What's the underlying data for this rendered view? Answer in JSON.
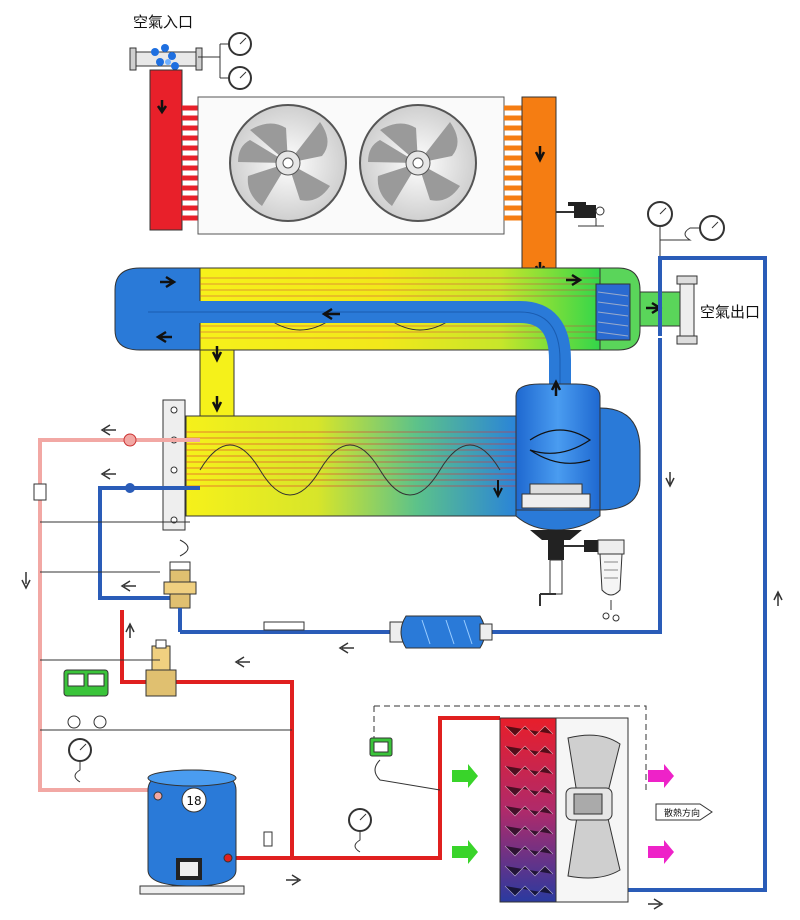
{
  "labels": {
    "air_inlet": "空氣入口",
    "air_outlet": "空氣出口",
    "compressor_number": "18",
    "heat_direction": "散熱方向"
  },
  "colors": {
    "hot_air": "#e8202a",
    "warm_air": "#f57d12",
    "cold_air": "#2a7ad8",
    "refrigerant_hot": "#e0201f",
    "refrigerant_suction": "#f2a8a4",
    "refrigerant_liquid": "#2a5cb8",
    "flow_arrow_green": "#39d42a",
    "flow_arrow_magenta": "#ee22c8",
    "yellow_zone": "#f5f11a"
  },
  "icons": [
    "fan-icon",
    "pressure-gauge-icon",
    "arrow-icon",
    "valve-icon",
    "filter-icon",
    "drain-valve-icon"
  ]
}
